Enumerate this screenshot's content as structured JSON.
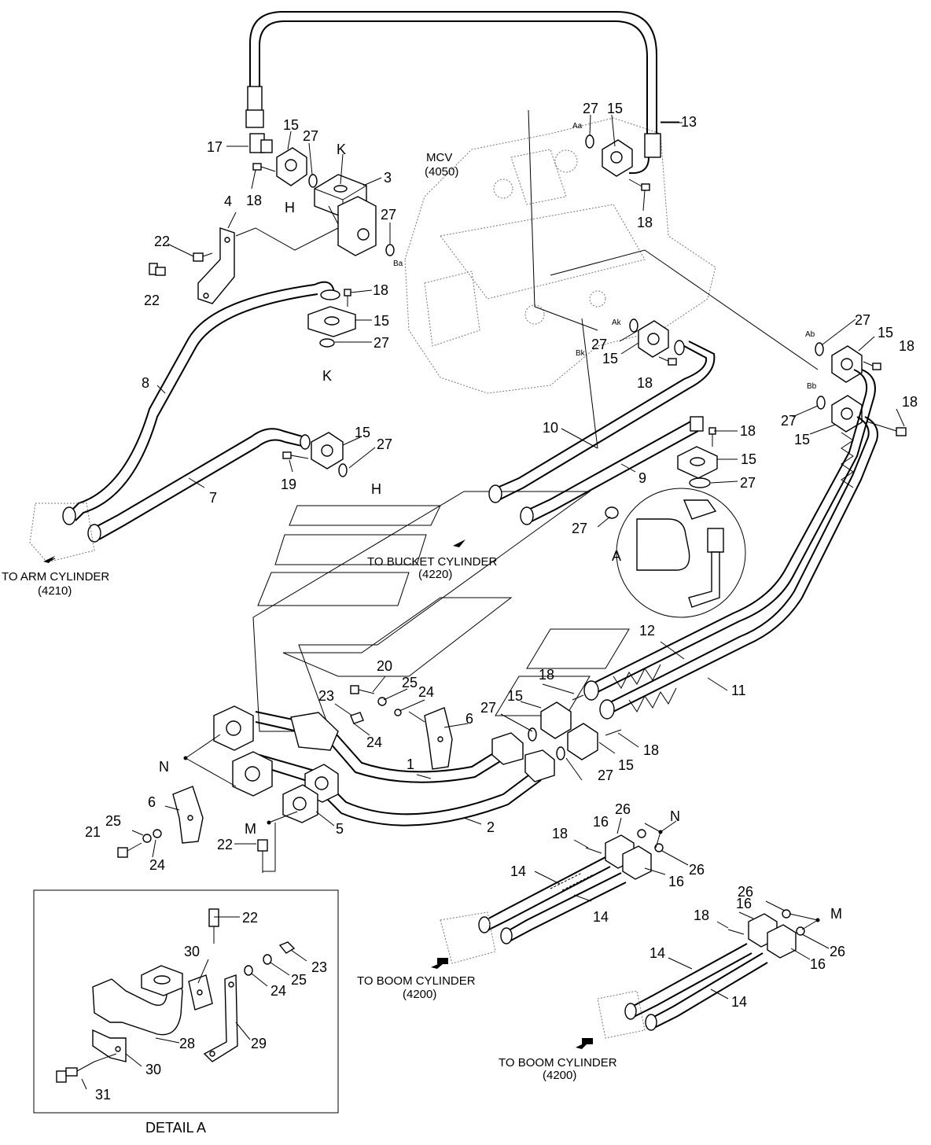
{
  "labels": {
    "mcv": "MCV",
    "mcv_code": "(4050)",
    "arm": "TO ARM CYLINDER",
    "arm_code": "(4210)",
    "bucket": "TO BUCKET CYLINDER",
    "bucket_code": "(4220)",
    "boom1": "TO BOOM CYLINDER",
    "boom1_code": "(4200)",
    "boom2": "TO BOOM CYLINDER",
    "boom2_code": "(4200)",
    "detail": "DETAIL  A",
    "letter_A": "A",
    "letter_H": "H",
    "letter_K": "K",
    "letter_M": "M",
    "letter_N": "N",
    "port_Aa": "Aa",
    "port_Ba": "Ba",
    "port_Ak": "Ak",
    "port_Bk": "Bk",
    "port_Ab": "Ab",
    "port_Bb": "Bb"
  },
  "callouts": [
    {
      "id": "c1",
      "text": "1"
    },
    {
      "id": "c2",
      "text": "2"
    },
    {
      "id": "c3",
      "text": "3"
    },
    {
      "id": "c4",
      "text": "4"
    },
    {
      "id": "c5",
      "text": "5"
    },
    {
      "id": "c6",
      "text": "6"
    },
    {
      "id": "c7",
      "text": "7"
    },
    {
      "id": "c8",
      "text": "8"
    },
    {
      "id": "c9",
      "text": "9"
    },
    {
      "id": "c10",
      "text": "10"
    },
    {
      "id": "c11",
      "text": "11"
    },
    {
      "id": "c12",
      "text": "12"
    },
    {
      "id": "c13",
      "text": "13"
    },
    {
      "id": "c14",
      "text": "14"
    },
    {
      "id": "c15",
      "text": "15"
    },
    {
      "id": "c16",
      "text": "16"
    },
    {
      "id": "c17",
      "text": "17"
    },
    {
      "id": "c18",
      "text": "18"
    },
    {
      "id": "c19",
      "text": "19"
    },
    {
      "id": "c20",
      "text": "20"
    },
    {
      "id": "c21",
      "text": "21"
    },
    {
      "id": "c22",
      "text": "22"
    },
    {
      "id": "c23",
      "text": "23"
    },
    {
      "id": "c24",
      "text": "24"
    },
    {
      "id": "c25",
      "text": "25"
    },
    {
      "id": "c26",
      "text": "26"
    },
    {
      "id": "c27",
      "text": "27"
    },
    {
      "id": "c28",
      "text": "28"
    },
    {
      "id": "c29",
      "text": "29"
    },
    {
      "id": "c30",
      "text": "30"
    },
    {
      "id": "c31",
      "text": "31"
    }
  ]
}
